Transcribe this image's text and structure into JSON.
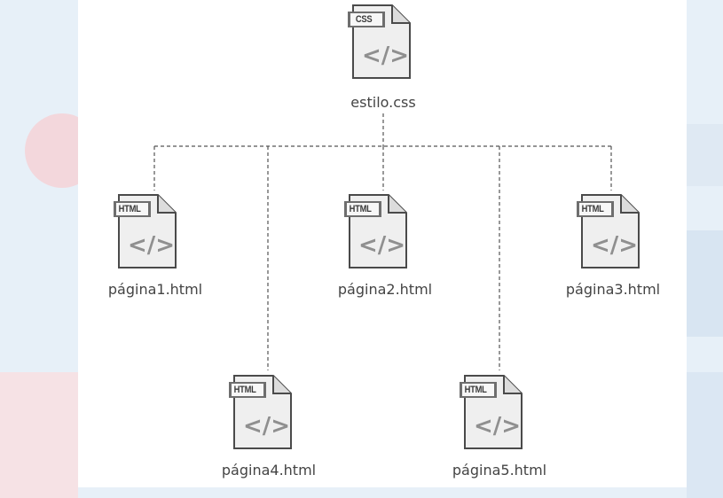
{
  "diagram": {
    "root": {
      "badge": "CSS",
      "name": "estilo.css",
      "symbol": "</>"
    },
    "pages": [
      {
        "badge": "HTML",
        "name": "página1.html",
        "symbol": "</>"
      },
      {
        "badge": "HTML",
        "name": "página2.html",
        "symbol": "</>"
      },
      {
        "badge": "HTML",
        "name": "página3.html",
        "symbol": "</>"
      },
      {
        "badge": "HTML",
        "name": "página4.html",
        "symbol": "</>"
      },
      {
        "badge": "HTML",
        "name": "página5.html",
        "symbol": "</>"
      }
    ],
    "colors": {
      "page_fill": "#efefef",
      "page_stroke": "#4a4a4a",
      "symbol": "#8f8f8f",
      "connector": "#555555",
      "background": "#e7f0f8"
    }
  }
}
